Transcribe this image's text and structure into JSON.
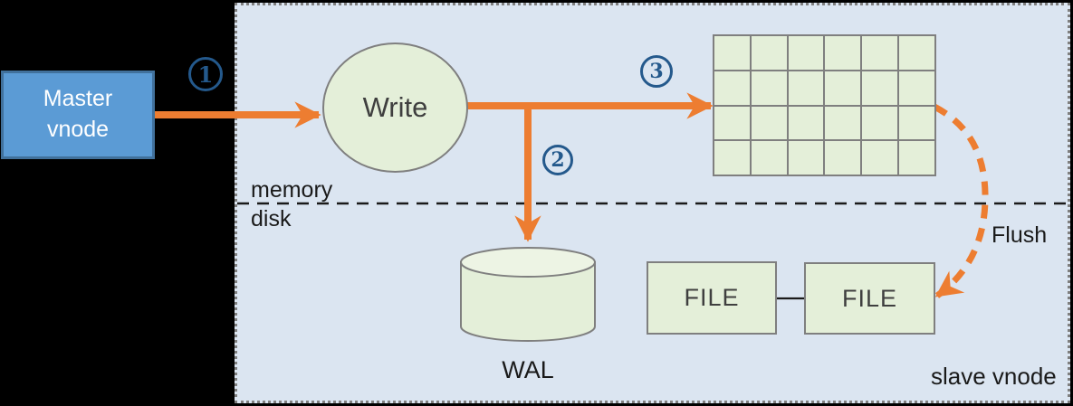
{
  "diagram": {
    "master_vnode": {
      "label": "Master vnode"
    },
    "write_node": {
      "label": "Write"
    },
    "steps": [
      {
        "n": "1"
      },
      {
        "n": "2"
      },
      {
        "n": "3"
      }
    ],
    "memory_label": "memory",
    "disk_label": "disk",
    "wal_label": "WAL",
    "file_boxes": [
      {
        "label": "FILE"
      },
      {
        "label": "FILE"
      }
    ],
    "flush_label": "Flush",
    "slave_vnode_label": "slave vnode",
    "memtable_grid": {
      "rows": 4,
      "cols": 6
    },
    "colors": {
      "arrow_orange": "#ED7D31",
      "master_blue": "#5B9BD5",
      "master_border": "#41719C",
      "node_green": "#E4EFD9",
      "node_border": "#7F7F7F",
      "step_blue": "#24598C",
      "panel_blue": "#DBE5F1"
    }
  }
}
